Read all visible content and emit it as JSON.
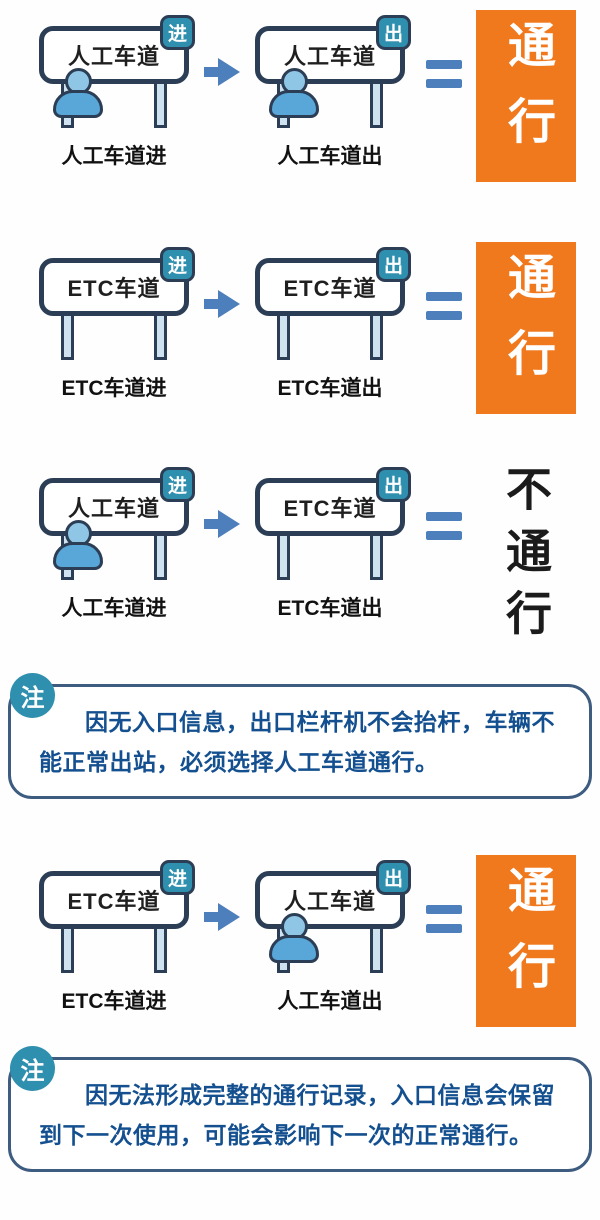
{
  "colors": {
    "outline_navy": "#2c3e56",
    "badge_teal": "#2f8fae",
    "arrow_blue": "#4d7fbc",
    "pass_orange": "#f0791e",
    "no_pass_black": "#1b1b1b",
    "note_border_blue": "#3d5c80",
    "note_text_blue": "#14508f",
    "person_blue": "#58a7d8"
  },
  "rows": [
    {
      "left": {
        "sign": "人工车道",
        "badge": "进",
        "label": "人工车道进"
      },
      "right": {
        "sign": "人工车道",
        "badge": "出",
        "label": "人工车道出"
      },
      "result": {
        "text": "通行",
        "status": "pass"
      }
    },
    {
      "left": {
        "sign": "ETC车道",
        "badge": "进",
        "label": "ETC车道进"
      },
      "right": {
        "sign": "ETC车道",
        "badge": "出",
        "label": "ETC车道出"
      },
      "result": {
        "text": "通行",
        "status": "pass"
      }
    },
    {
      "left": {
        "sign": "人工车道",
        "badge": "进",
        "label": "人工车道进"
      },
      "right": {
        "sign": "ETC车道",
        "badge": "出",
        "label": "ETC车道出"
      },
      "result": {
        "text": "不通行",
        "status": "no-pass"
      }
    },
    {
      "left": {
        "sign": "ETC车道",
        "badge": "进",
        "label": "ETC车道进"
      },
      "right": {
        "sign": "人工车道",
        "badge": "出",
        "label": "人工车道出"
      },
      "result": {
        "text": "通行",
        "status": "pass"
      }
    }
  ],
  "notes": [
    {
      "badge": "注",
      "text": "因无入口信息，出口栏杆机不会抬杆，车辆不能正常出站，必须选择人工车道通行。"
    },
    {
      "badge": "注",
      "text": "因无法形成完整的通行记录，入口信息会保留到下一次使用，可能会影响下一次的正常通行。"
    }
  ]
}
